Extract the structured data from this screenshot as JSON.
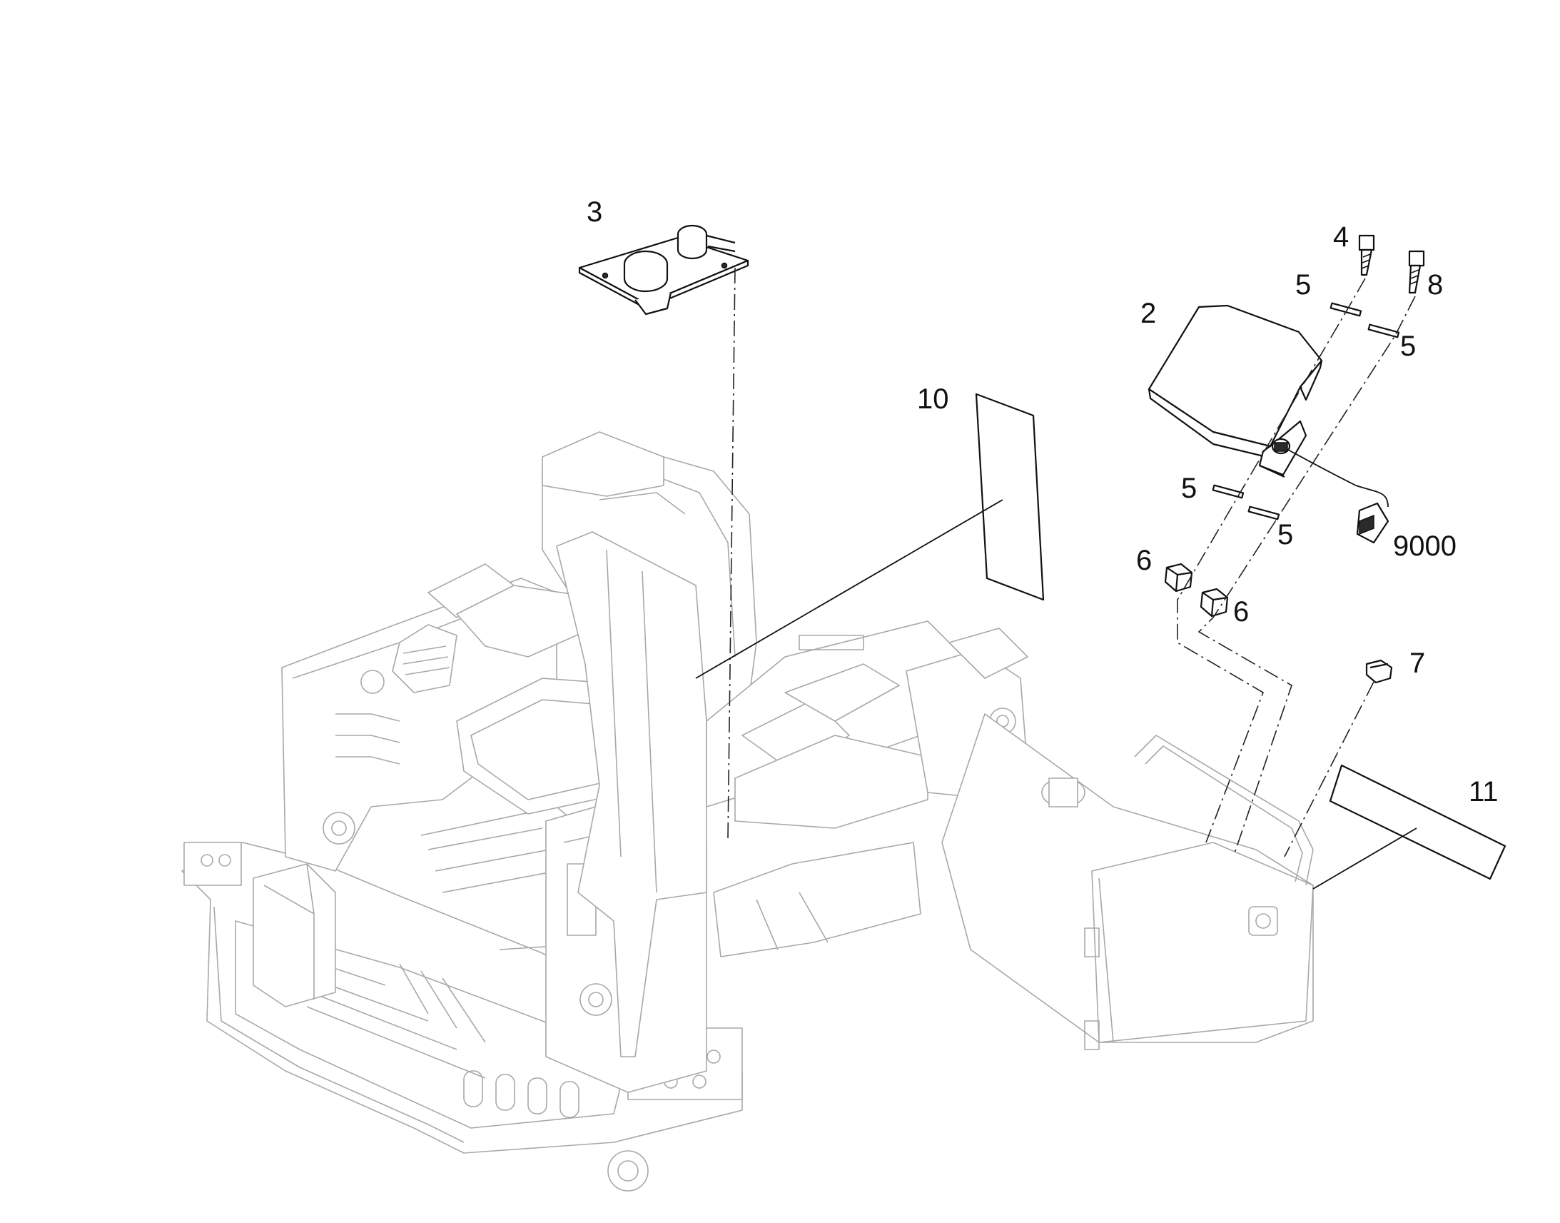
{
  "callouts": [
    {
      "id": "c3",
      "text": "3"
    },
    {
      "id": "c4",
      "text": "4"
    },
    {
      "id": "c8",
      "text": "8"
    },
    {
      "id": "c5a",
      "text": "5"
    },
    {
      "id": "c5b",
      "text": "5"
    },
    {
      "id": "c2",
      "text": "2"
    },
    {
      "id": "c10",
      "text": "10"
    },
    {
      "id": "c5c",
      "text": "5"
    },
    {
      "id": "c5d",
      "text": "5"
    },
    {
      "id": "c9000",
      "text": "9000"
    },
    {
      "id": "c6a",
      "text": "6"
    },
    {
      "id": "c6b",
      "text": "6"
    },
    {
      "id": "c7",
      "text": "7"
    },
    {
      "id": "c11",
      "text": "11"
    }
  ]
}
